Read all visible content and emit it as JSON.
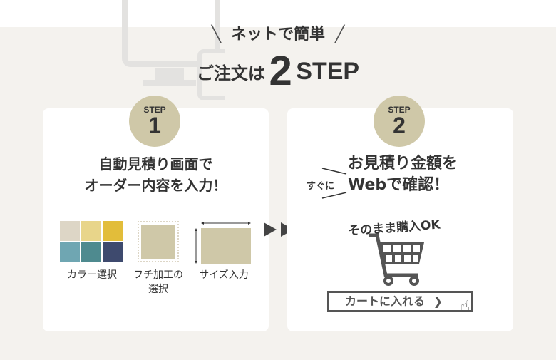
{
  "header": {
    "tagline": "ネットで簡単",
    "title_prefix": "ご注文は",
    "title_number": "2",
    "title_suffix": "STEP"
  },
  "steps": [
    {
      "label": "STEP",
      "number": "1",
      "heading_line1": "自動見積り画面で",
      "heading_line2": "オーダー内容を入力！",
      "options": [
        {
          "label": "カラー選択"
        },
        {
          "label_line1": "フチ加工の",
          "label_line2": "選択"
        },
        {
          "label": "サイズ入力"
        }
      ]
    },
    {
      "label": "STEP",
      "number": "2",
      "badge": "すぐに",
      "heading_line1": "お見積り金額を",
      "heading_line2": "Webで確認！",
      "purchase_note": "そのまま購入OK",
      "cart_button": "カートに入れる"
    }
  ],
  "colors": {
    "swatches": [
      "#ddd6c6",
      "#e8d58a",
      "#e2bd3a",
      "#6fa6b2",
      "#4e8a8f",
      "#3e4a6e"
    ],
    "accent": "#cfc8a8"
  }
}
